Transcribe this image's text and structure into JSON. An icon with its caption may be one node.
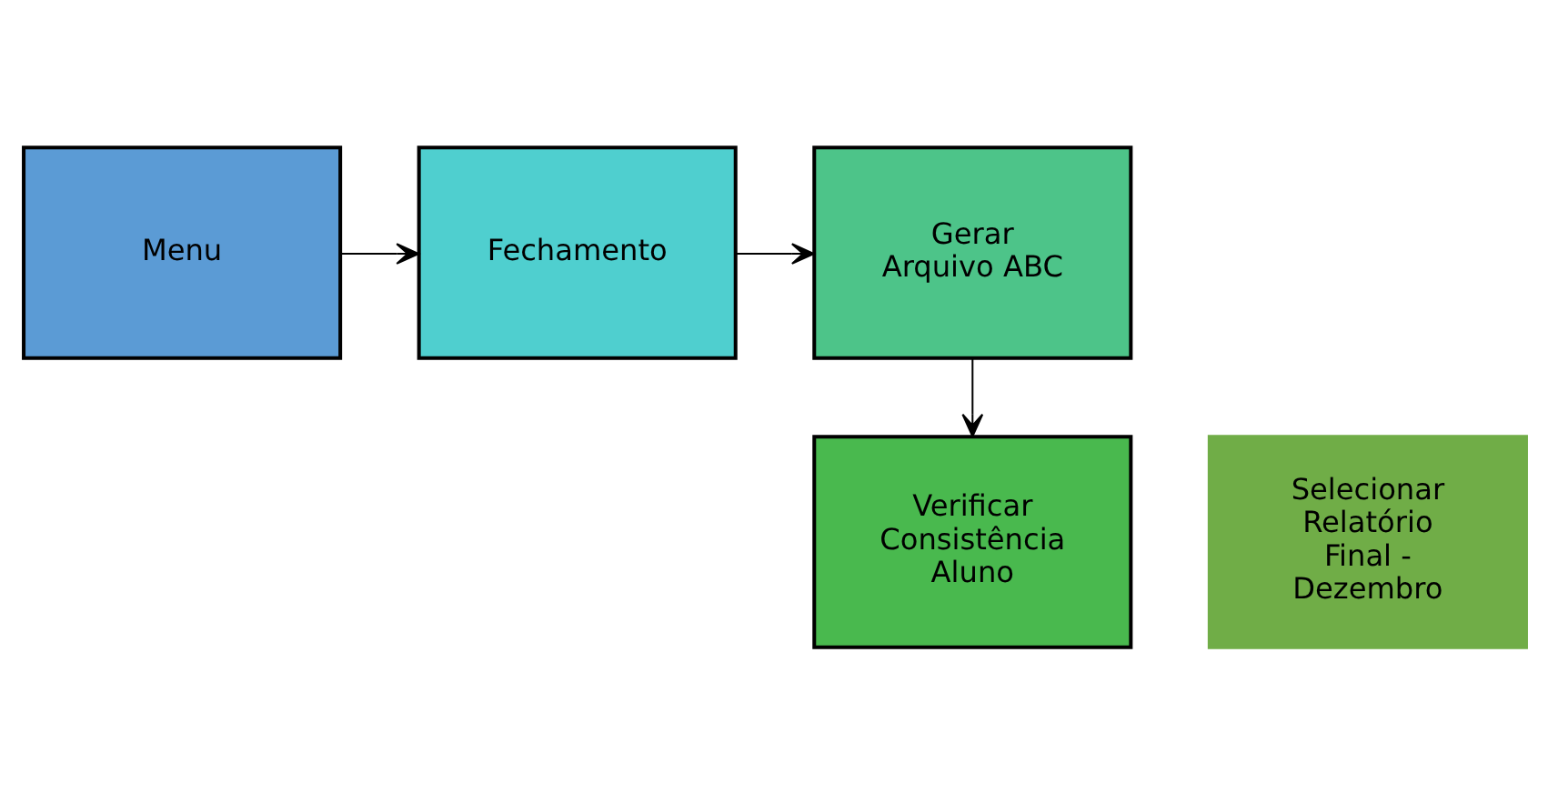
{
  "diagram": {
    "nodes": [
      {
        "text": [
          "Menu"
        ]
      },
      {
        "text": [
          "Fechamento"
        ]
      },
      {
        "text": [
          "Gerar Arquivo ABC"
        ]
      },
      {
        "text": [
          "Verificar Consistência Aluno"
        ]
      },
      {
        "text": [
          "Selecionar Relatório Final - Dezembro"
        ]
      }
    ],
    "edges": [
      {
        "from": 0,
        "to": 1,
        "arrow": "to"
      },
      {
        "from": 1,
        "to": 2,
        "arrow": "to"
      },
      {
        "from": 2,
        "to": 3,
        "arrow": "to"
      }
    ]
  }
}
